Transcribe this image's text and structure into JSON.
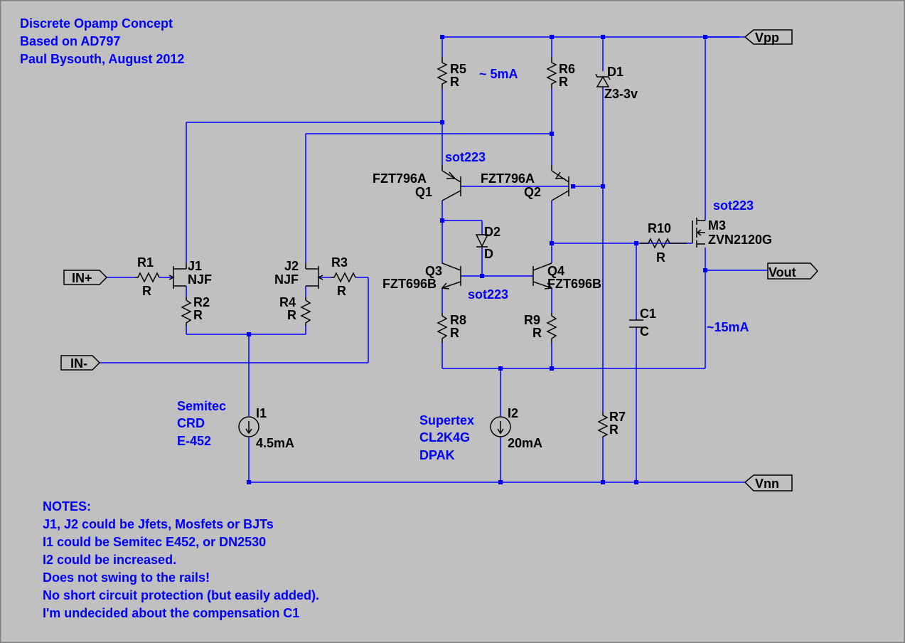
{
  "title_block": {
    "line1": "Discrete Opamp Concept",
    "line2": "Based on AD797",
    "line3": "Paul Bysouth,  August 2012"
  },
  "annotations": {
    "r5_current": "~ 5mA",
    "out_current": "~15mA",
    "pkg_q1": "sot223",
    "pkg_q3q4": "sot223",
    "pkg_m3": "sot223",
    "i1_note": [
      "Semitec",
      "CRD",
      "E-452"
    ],
    "i2_note": [
      "Supertex",
      "CL2K4G",
      "DPAK"
    ]
  },
  "ports": {
    "vpp": "Vpp",
    "vnn": "Vnn",
    "in_plus": "IN+",
    "in_minus": "IN-",
    "vout": "Vout"
  },
  "components": {
    "r1": {
      "name": "R1",
      "value": "R"
    },
    "r2": {
      "name": "R2",
      "value": "R"
    },
    "r3": {
      "name": "R3",
      "value": "R"
    },
    "r4": {
      "name": "R4",
      "value": "R"
    },
    "r5": {
      "name": "R5",
      "value": "R"
    },
    "r6": {
      "name": "R6",
      "value": "R"
    },
    "r7": {
      "name": "R7",
      "value": "R"
    },
    "r8": {
      "name": "R8",
      "value": "R"
    },
    "r9": {
      "name": "R9",
      "value": "R"
    },
    "r10": {
      "name": "R10",
      "value": "R"
    },
    "j1": {
      "name": "J1",
      "value": "NJF"
    },
    "j2": {
      "name": "J2",
      "value": "NJF"
    },
    "q1": {
      "name": "Q1",
      "value": "FZT796A"
    },
    "q2": {
      "name": "Q2",
      "value": "FZT796A"
    },
    "q3": {
      "name": "Q3",
      "value": "FZT696B"
    },
    "q4": {
      "name": "Q4",
      "value": "FZT696B"
    },
    "m3": {
      "name": "M3",
      "value": "ZVN2120G"
    },
    "d1": {
      "name": "D1",
      "value": "Z3-3v"
    },
    "d2": {
      "name": "D2",
      "value": "D"
    },
    "c1": {
      "name": "C1",
      "value": "C"
    },
    "i1": {
      "name": "I1",
      "value": "4.5mA"
    },
    "i2": {
      "name": "I2",
      "value": "20mA"
    }
  },
  "notes": [
    "NOTES:",
    "J1, J2 could be Jfets, Mosfets or BJTs",
    "I1 could be Semitec E452, or DN2530",
    "I2 could be increased.",
    "Does not swing to the rails!",
    "No short circuit protection (but easily added).",
    "I'm undecided about the compensation C1"
  ]
}
